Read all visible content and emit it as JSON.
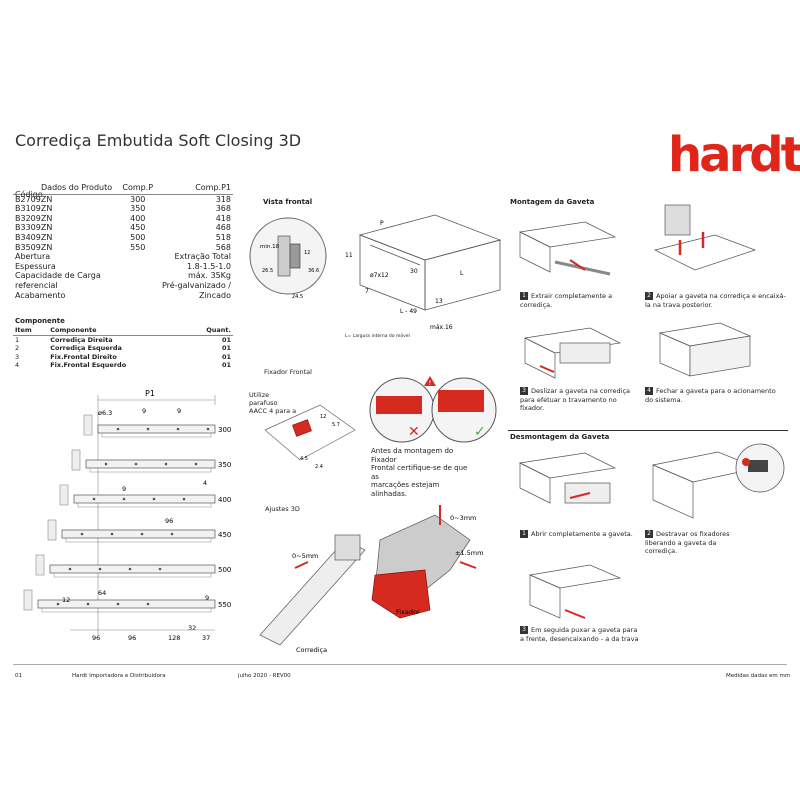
{
  "title": "Corrediça Embutida Soft Closing 3D",
  "logo": "hardt",
  "spec_table": {
    "header_col1": "Dados do Produto",
    "header_col2": "Comp.P",
    "header_col3": "Comp.P1",
    "code_label": "Código",
    "rows": [
      {
        "code": "B2709ZN",
        "p": "300",
        "p1": "318"
      },
      {
        "code": "B3109ZN",
        "p": "350",
        "p1": "368"
      },
      {
        "code": "B3209ZN",
        "p": "400",
        "p1": "418"
      },
      {
        "code": "B3309ZN",
        "p": "450",
        "p1": "468"
      },
      {
        "code": "B3409ZN",
        "p": "500",
        "p1": "518"
      },
      {
        "code": "B3509ZN",
        "p": "550",
        "p1": "568"
      }
    ],
    "props": [
      {
        "label": "Abertura",
        "value": "Extração Total"
      },
      {
        "label": "Espessura",
        "value": "1.8-1.5-1.0"
      },
      {
        "label": "Capacidade de Carga",
        "value": "máx. 35Kg"
      },
      {
        "label": "referencial",
        "value": "Pré-galvanizado /"
      },
      {
        "label": "Acabamento",
        "value": "Zincado"
      }
    ]
  },
  "components": {
    "title": "Componente",
    "headers": [
      "Item",
      "Componente",
      "Quant."
    ],
    "rows": [
      {
        "item": "1",
        "name": "Corrediça Direita",
        "qty": "01"
      },
      {
        "item": "2",
        "name": "Corrediça Esquerda",
        "qty": "01"
      },
      {
        "item": "3",
        "name": "Fix.Frontal Direito",
        "qty": "01"
      },
      {
        "item": "4",
        "name": "Fix.Frontal Esquerdo",
        "qty": "01"
      }
    ]
  },
  "drawing": {
    "p1_label": "P1",
    "lengths": [
      "300",
      "350",
      "400",
      "450",
      "500",
      "550"
    ],
    "dims": {
      "d63": "ø6.3",
      "nine": "9",
      "four": "4",
      "ninety_six": "96",
      "sixty_four": "64",
      "twelve": "12",
      "thirty_two": "32",
      "one_two_eight": "128",
      "thirty_seven": "37"
    }
  },
  "vista_frontal": {
    "title": "Vista frontal",
    "labels": {
      "min18": "min.18",
      "v12": "12",
      "v265": "26.5",
      "v36": "36.6",
      "v245": "24.5",
      "P": "P",
      "L": "L",
      "h11": "11",
      "d7": "ø7x12",
      "d30": "30",
      "l49": "L - 49",
      "v13": "13",
      "max16": "máx.16",
      "seven": "7"
    },
    "note": "L= Largura interna do móvel"
  },
  "fixador": {
    "title": "Fixador Frontal",
    "use_text": [
      "Utilize",
      "parafuso",
      "AACC  4 para a"
    ],
    "dims": {
      "d12": "12",
      "d57": "5.7",
      "d45": "4.5",
      "d24": "2.4"
    },
    "warn_text": [
      "Antes da montagem do",
      "Fixador",
      "Frontal  certifique-se  de que",
      "as",
      "marcações  estejam",
      "alinhadas."
    ]
  },
  "ajustes": {
    "title": "Ajustes 3D",
    "range_v": "0~3mm",
    "range_h": "0~5mm",
    "range_side": "±1.5mm",
    "label_fix": "Fixador",
    "label_rail": "Corrediça"
  },
  "montagem": {
    "title": "Montagem da Gaveta",
    "steps": [
      {
        "n": "1",
        "text": "Extrair completamente a corrediça."
      },
      {
        "n": "2",
        "text": "Apoiar a gaveta na corrediça e encaixá-la na trava posterior."
      },
      {
        "n": "3",
        "text": "Deslizar  a  gaveta na corrediça para efetuar o travamento no fixador."
      },
      {
        "n": "4",
        "text": "Fechar a gaveta para o acionamento do sistema."
      }
    ]
  },
  "desmontagem": {
    "title": "Desmontagem da Gaveta",
    "steps": [
      {
        "n": "1",
        "text": "Abrir completamente a gaveta."
      },
      {
        "n": "2",
        "text": "Destravar os fixadores liberando a gaveta da corrediça."
      },
      {
        "n": "3",
        "text": "Em seguida puxar a gaveta para a frente, desencaixando - a da trava"
      }
    ]
  },
  "footer": {
    "page": "01",
    "company": "Hardt Importadora e Distribuidora",
    "date": "julho 2020 - REV00",
    "note": "Medidas dadas em mm"
  },
  "colors": {
    "brand": "#e0261b",
    "fixador_red": "#d42a20",
    "ok_green": "#4caf50"
  }
}
